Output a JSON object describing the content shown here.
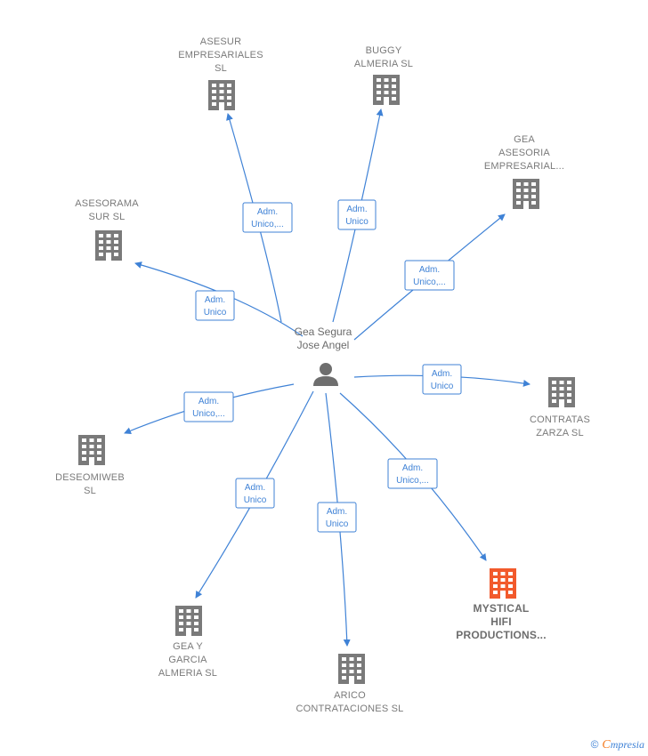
{
  "center": {
    "line1": "Gea Segura",
    "line2": "Jose Angel",
    "icon": "person-icon"
  },
  "colors": {
    "edge": "#3f82d6",
    "building": "#7a7a7a",
    "highlight": "#f25a2c"
  },
  "companies": [
    {
      "id": "asesur",
      "lines": [
        "ASESUR",
        "EMPRESARIALES",
        "SL"
      ],
      "role": [
        "Adm.",
        "Unico,..."
      ],
      "highlight": false
    },
    {
      "id": "buggy",
      "lines": [
        "BUGGY",
        "ALMERIA  SL"
      ],
      "role": [
        "Adm.",
        "Unico"
      ],
      "highlight": false
    },
    {
      "id": "gea-asesoria",
      "lines": [
        "GEA",
        "ASESORIA",
        "EMPRESARIAL..."
      ],
      "role": [
        "Adm.",
        "Unico,..."
      ],
      "highlight": false
    },
    {
      "id": "asesorama",
      "lines": [
        "ASESORAMA",
        "SUR SL"
      ],
      "role": [
        "Adm.",
        "Unico"
      ],
      "highlight": false
    },
    {
      "id": "contratas",
      "lines": [
        "CONTRATAS",
        "ZARZA SL"
      ],
      "role": [
        "Adm.",
        "Unico"
      ],
      "highlight": false
    },
    {
      "id": "deseomiweb",
      "lines": [
        "DESEOMIWEB",
        "SL"
      ],
      "role": [
        "Adm.",
        "Unico,..."
      ],
      "highlight": false
    },
    {
      "id": "mystical",
      "lines": [
        "MYSTICAL",
        "HIFI",
        "PRODUCTIONS..."
      ],
      "role": [
        "Adm.",
        "Unico,..."
      ],
      "highlight": true
    },
    {
      "id": "gea-garcia",
      "lines": [
        "GEA Y",
        "GARCIA",
        "ALMERIA SL"
      ],
      "role": [
        "Adm.",
        "Unico"
      ],
      "highlight": false
    },
    {
      "id": "arico",
      "lines": [
        "ARICO",
        "CONTRATACIONES SL"
      ],
      "role": [
        "Adm.",
        "Unico"
      ],
      "highlight": false
    }
  ],
  "footer": {
    "copyright": "©",
    "brand_first": "C",
    "brand_rest": "mpresia"
  }
}
